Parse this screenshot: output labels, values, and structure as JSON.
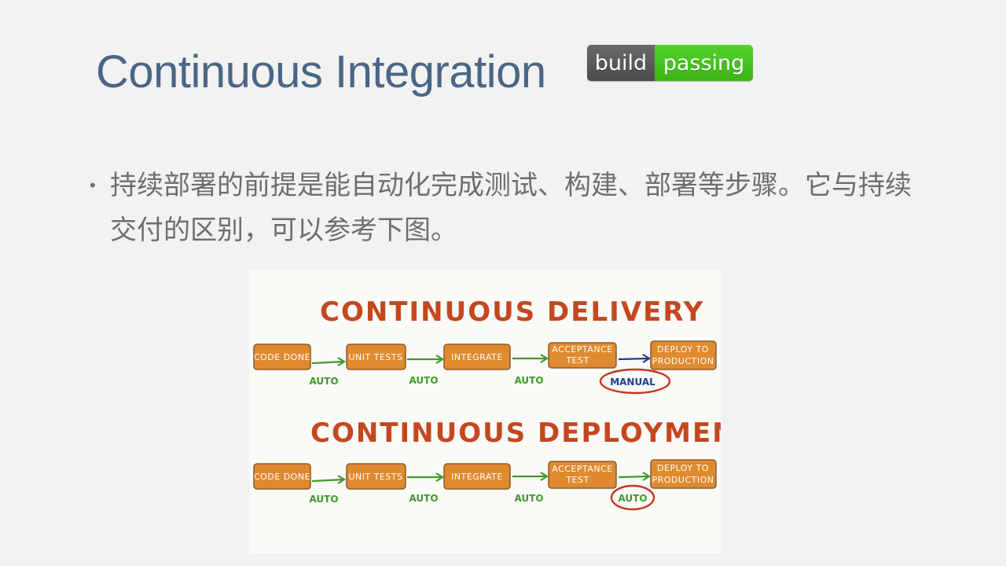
{
  "slide": {
    "title": "Continuous Integration",
    "badge": {
      "left": "build",
      "right": "passing",
      "left_color": "#555555",
      "right_color": "#44cc11"
    },
    "bullet": "持续部署的前提是能自动化完成测试、构建、部署等步骤。它与持续交付的区别，可以参考下图。"
  },
  "figure": {
    "delivery": {
      "heading": "CONTINUOUS DELIVERY",
      "stages": [
        "CODE DONE",
        "UNIT TESTS",
        "INTEGRATE",
        "ACCEPTANCE",
        "TEST",
        "DEPLOY TO",
        "PRODUCTION"
      ],
      "labels": [
        "AUTO",
        "AUTO",
        "AUTO",
        "MANUAL"
      ]
    },
    "deployment": {
      "heading": "CONTINUOUS DEPLOYMENT",
      "stages": [
        "CODE DONE",
        "UNIT TESTS",
        "INTEGRATE",
        "ACCEPTANCE",
        "TEST",
        "DEPLOY TO",
        "PRODUCTION"
      ],
      "labels": [
        "AUTO",
        "AUTO",
        "AUTO",
        "AUTO"
      ]
    },
    "colors": {
      "heading": "#c4471f",
      "stage": "#e08a2f",
      "auto": "#3f9a2c",
      "manual": "#1f3f8f",
      "circle": "#c4371f"
    }
  }
}
